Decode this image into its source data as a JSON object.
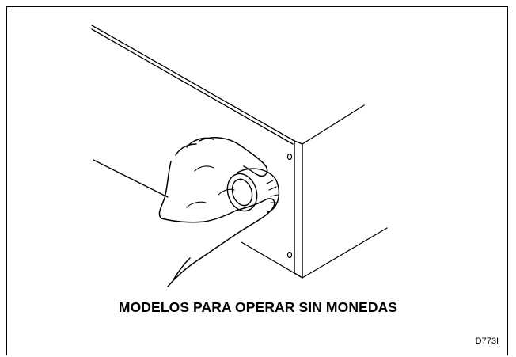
{
  "figure": {
    "caption": "MODELOS PARA OPERAR SIN MONEDAS",
    "code": "D773I",
    "illustration": "hand-turning-control-knob-on-machine-corner"
  },
  "colors": {
    "line": "#000000",
    "background": "#ffffff"
  }
}
